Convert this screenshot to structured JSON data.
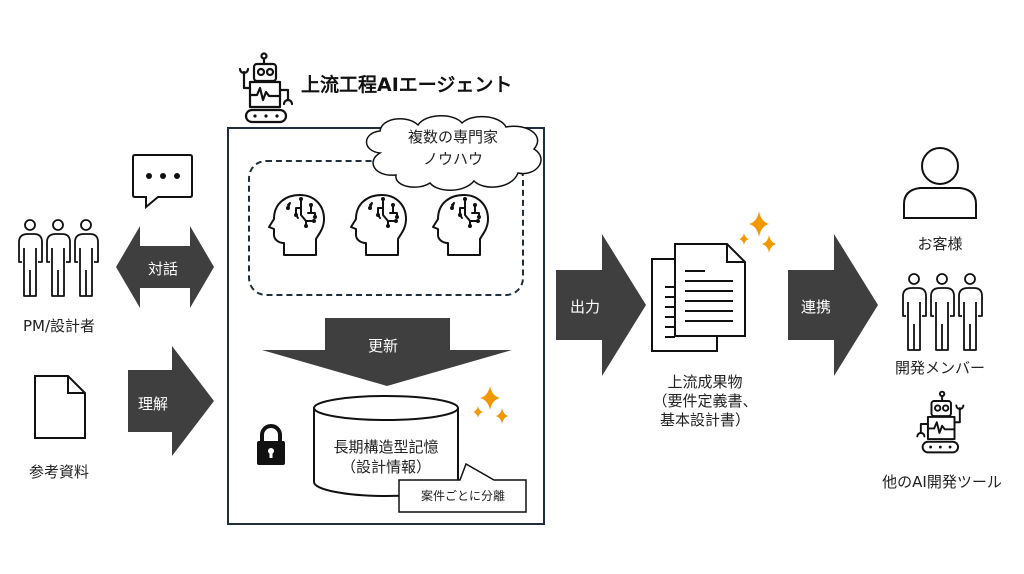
{
  "title": "上流工程AIエージェント",
  "left": {
    "people_label": "PM/設計者",
    "doc_label": "参考資料",
    "dialog_arrow_label": "対話",
    "understand_arrow_label": "理解"
  },
  "agent": {
    "cloud_text": [
      "複数の専門家",
      "ノウハウ"
    ],
    "update_arrow_label": "更新",
    "db_text": [
      "長期構造型記憶",
      "（設計情報）"
    ],
    "callout_text": "案件ごとに分離"
  },
  "middle": {
    "output_arrow_label": "出力",
    "deliverable_text": [
      "上流成果物",
      "（要件定義書、",
      "基本設計書）"
    ],
    "link_arrow_label": "連携"
  },
  "right": {
    "customer_label": "お客様",
    "dev_members_label": "開発メンバー",
    "other_ai_label": "他のAI開発ツール"
  },
  "colors": {
    "arrow_fill": "#3f3f3f",
    "frame_border": "#1f2d3d",
    "sparkle": "#f39800"
  }
}
